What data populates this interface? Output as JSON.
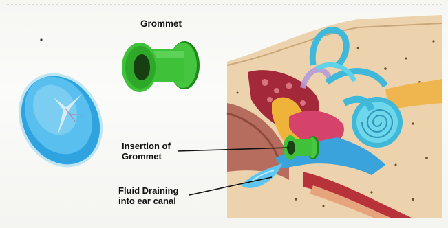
{
  "labels": {
    "grommet": "Grommet",
    "insertion_line1": "Insertion of",
    "insertion_line2": "Grommet",
    "fluid_line1": "Fluid Draining",
    "fluid_line2": "into ear canal"
  },
  "colors": {
    "grommet_green": "#3fc13a",
    "grommet_dark": "#1f8a1c",
    "eardrum_blue": "#3ab3e6",
    "cochlea_cyan": "#5ed3ea",
    "bone_tan": "#e8d0a8",
    "tissue_red": "#a2283a",
    "nerve_yellow": "#f0b33a"
  }
}
